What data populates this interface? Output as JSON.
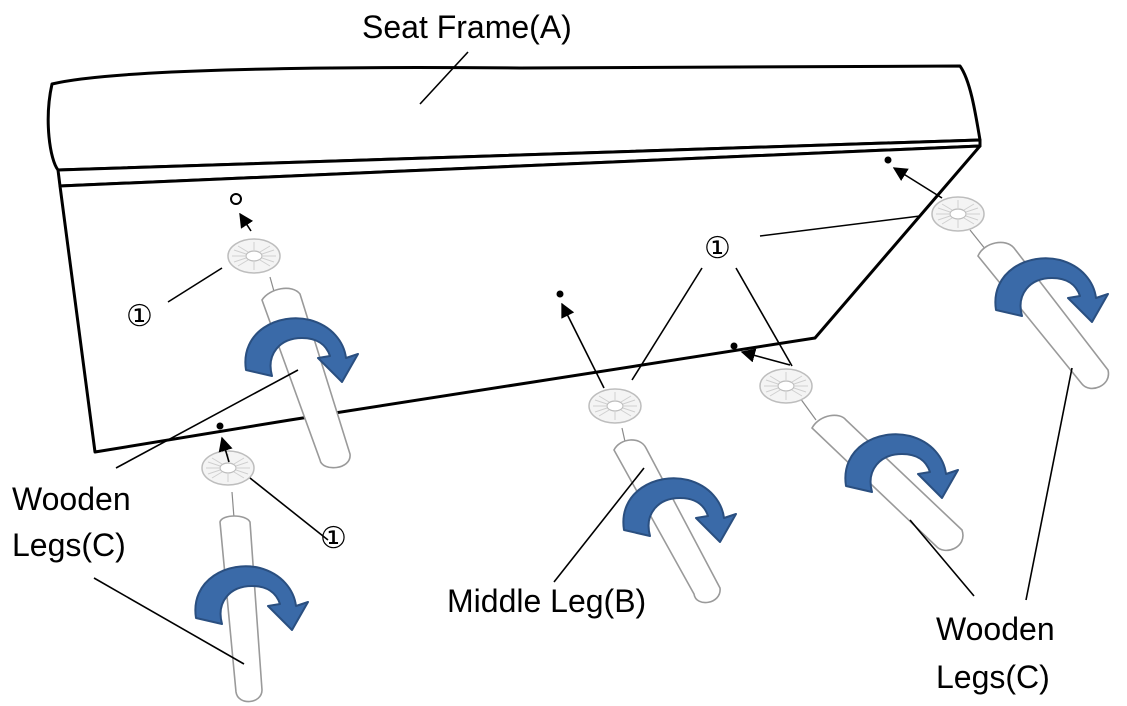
{
  "labels": {
    "seat_frame": "Seat Frame(A)",
    "middle_leg": "Middle Leg(B)",
    "wooden_legs_left_line1": "Wooden",
    "wooden_legs_left_line2": "Legs(C)",
    "wooden_legs_right_line1": "Wooden",
    "wooden_legs_right_line2": "Legs(C)",
    "washer_marker": "①"
  },
  "colors": {
    "outline": "#000000",
    "leg_outline": "#9a9a9a",
    "rotate_arrow": "#3a6aa8",
    "rotate_arrow_stroke": "#2a4f80",
    "washer": "#c8c8c8"
  },
  "icons": {
    "rotate": "clockwise-rotate-arrow-icon",
    "washer": "washer-icon",
    "hole": "mounting-hole-icon"
  }
}
